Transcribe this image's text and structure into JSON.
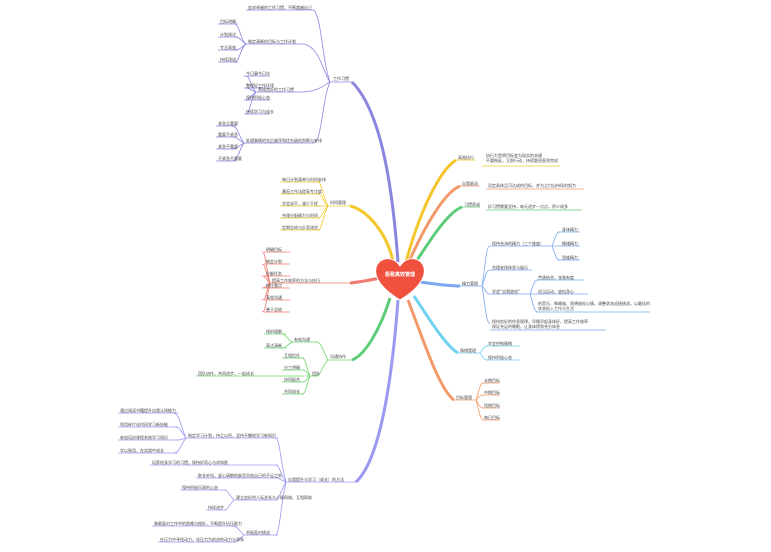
{
  "center": {
    "label": "极致高效管理",
    "color": "#f0513f"
  },
  "colors": {
    "purple": "#8a86e0",
    "yellow": "#f3c62b",
    "green": "#5cce7a",
    "blue": "#7aa7ee",
    "cyan": "#6fd3ef",
    "orange": "#f29a6b",
    "red": "#f07a6e",
    "green2": "#6bd66a",
    "indigo": "#9c9af0"
  },
  "left": {
    "work_habits": {
      "label": "工作习惯",
      "items": [
        {
          "label": "追求卓越的工作习惯，不断超越自己",
          "children": []
        },
        {
          "label": "制定清晰的目标与工作计划",
          "children": [
            "目标明确",
            "计划周详",
            "专注高效",
            "持续改进"
          ]
        },
        {
          "label": "养成良好的工作习惯",
          "children": [
            "今日事今日毕",
            "整理好工作环境",
            "保持积极心态",
            "持续学习与成长"
          ]
        },
        {
          "label": "处理事情的先后顺序和优先级的判断与安排",
          "children": [
            "紧急且重要",
            "重要不紧急",
            "紧急不重要",
            "不紧急不重要"
          ]
        }
      ]
    },
    "time_management": {
      "label": "时间管理",
      "children": [
        "每日计划清单与时间安排",
        "番茄工作法提高专注度",
        "学会说不，减少干扰",
        "合理分配精力与时间",
        "定期总结与反思改进"
      ]
    },
    "efficiency_methods": {
      "label": "提高工作效率的方法与技巧",
      "children": [
        "明确目标",
        "制定计划",
        "分解任务",
        "抓住重点",
        "高效沟通",
        "善于总结"
      ]
    },
    "communication": {
      "label": "沟通协作",
      "groups": [
        {
          "label": "有效沟通",
          "children": [
            "倾听理解",
            "表达清晰"
          ]
        },
        {
          "label": "团队",
          "children": [
            "互相信任",
            "分工明确",
            "协同配合",
            "共同成长"
          ],
          "note": "团队协作，共同进步，一起成长"
        }
      ]
    },
    "self_growth": {
      "label": "自我提升与学习（成长）的方法",
      "items": [
        {
          "label": "制定学习计划，持之以恒，坚持不懈地学习新知识",
          "children": [
            "通过阅读书籍提升自我认知能力",
            "利用碎片化时间学习新技能",
            "参加培训课程系统学习知识",
            "学以致用，在实践中成长"
          ]
        },
        {
          "label": "培养终身学习的习惯，保持好奇心与求知欲",
          "children": []
        },
        {
          "label": "反思总结自己的不足之处",
          "children": [
            "取长补短，虚心请教他人"
          ]
        },
        {
          "label": "建立良好的人际关系与人脉网络，互相帮助",
          "children": [
            "保持积极乐观的心态",
            "持续进步"
          ]
        },
        {
          "label": "积极面对挑战",
          "children": [
            "勇敢面对工作中的困难与挫折，不断提升抗压能力",
            "在压力中寻找动力，化压力为前进的动力与源泉"
          ]
        }
      ]
    }
  },
  "right": {
    "b1": {
      "label": "高效执行",
      "text": "执行力是将目标变为现实的关键\n不要拖延，立即行动，持续跟进直到完成"
    },
    "b2": {
      "label": "自我驱动",
      "text": "设定具体且可达成的目标，并为之付出持续的努力"
    },
    "b3": {
      "label": "习惯养成",
      "text": "好习惯需要坚持，每天进步一点点，积少成多"
    },
    "b4": {
      "label": "精力管理",
      "items": [
        {
          "label": "保持充沛的精力（三个维度）",
          "children": [
            "身体精力",
            "情绪精力",
            "思维精力"
          ]
        },
        {
          "label": "合理安排休息与娱乐",
          "children": []
        },
        {
          "label": "学会“自我放松”",
          "children": [
            "劳逸结合，张弛有度",
            "适当运动，放松身心",
            "听音乐、做瑜伽、冥想放松心情，调整状态迎接挑战，以最佳的状态投入工作与生活"
          ]
        },
        {
          "label": "保持良好的作息规律，早睡早起身体好，提高工作效率\n保证充足的睡眠，让身体得到充分休息",
          "children": []
        }
      ]
    },
    "b5": {
      "label": "情绪管理",
      "children": [
        "学会控制情绪",
        "保持积极心态"
      ]
    },
    "b6": {
      "label": "目标管理",
      "children": [
        "长期目标",
        "中期目标",
        "短期目标",
        "每日目标"
      ]
    }
  }
}
